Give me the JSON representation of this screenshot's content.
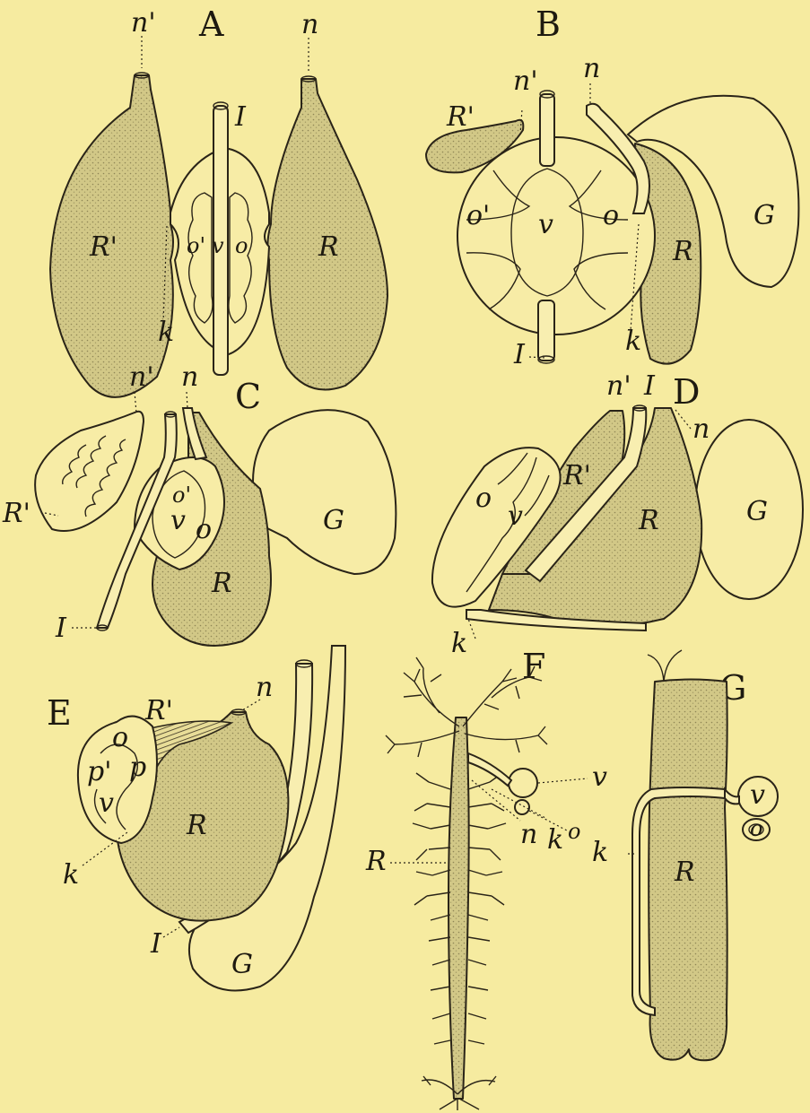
{
  "colors": {
    "paper": "#f6eba0",
    "ink": "#2a2418",
    "organ_fill": "#cfc583"
  },
  "panels": {
    "A": {
      "title": "A",
      "labels": {
        "n_prime": "n'",
        "n": "n",
        "I": "I",
        "R_prime": "R'",
        "R": "R",
        "o_prime": "o'",
        "v": "v",
        "o": "o",
        "k": "k"
      }
    },
    "B": {
      "title": "B",
      "labels": {
        "R_prime": "R'",
        "n_prime": "n'",
        "n": "n",
        "o_prime": "o'",
        "v": "v",
        "o": "o",
        "R": "R",
        "G": "G",
        "k": "k",
        "I": "I"
      }
    },
    "C": {
      "title": "C",
      "labels": {
        "n_prime": "n'",
        "n": "n",
        "R_prime": "R'",
        "o_prime": "o'",
        "v": "v",
        "o": "o",
        "G": "G",
        "R": "R",
        "I": "I"
      }
    },
    "D": {
      "title": "D",
      "labels": {
        "n_prime": "n'",
        "I": "I",
        "n": "n",
        "o": "o",
        "v": "v",
        "R_prime": "R'",
        "R": "R",
        "G": "G",
        "k": "k"
      }
    },
    "E": {
      "title": "E",
      "labels": {
        "R_prime": "R'",
        "n": "n",
        "o": "o",
        "p_prime": "p'",
        "p": "p",
        "v": "v",
        "R": "R",
        "k": "k",
        "I": "I",
        "G": "G"
      }
    },
    "F": {
      "title": "F",
      "labels": {
        "v": "v",
        "o": "o",
        "n": "n",
        "k": "k",
        "R": "R"
      }
    },
    "G": {
      "title": "G",
      "labels": {
        "v": "v",
        "o": "o",
        "k": "k",
        "R": "R"
      }
    }
  }
}
